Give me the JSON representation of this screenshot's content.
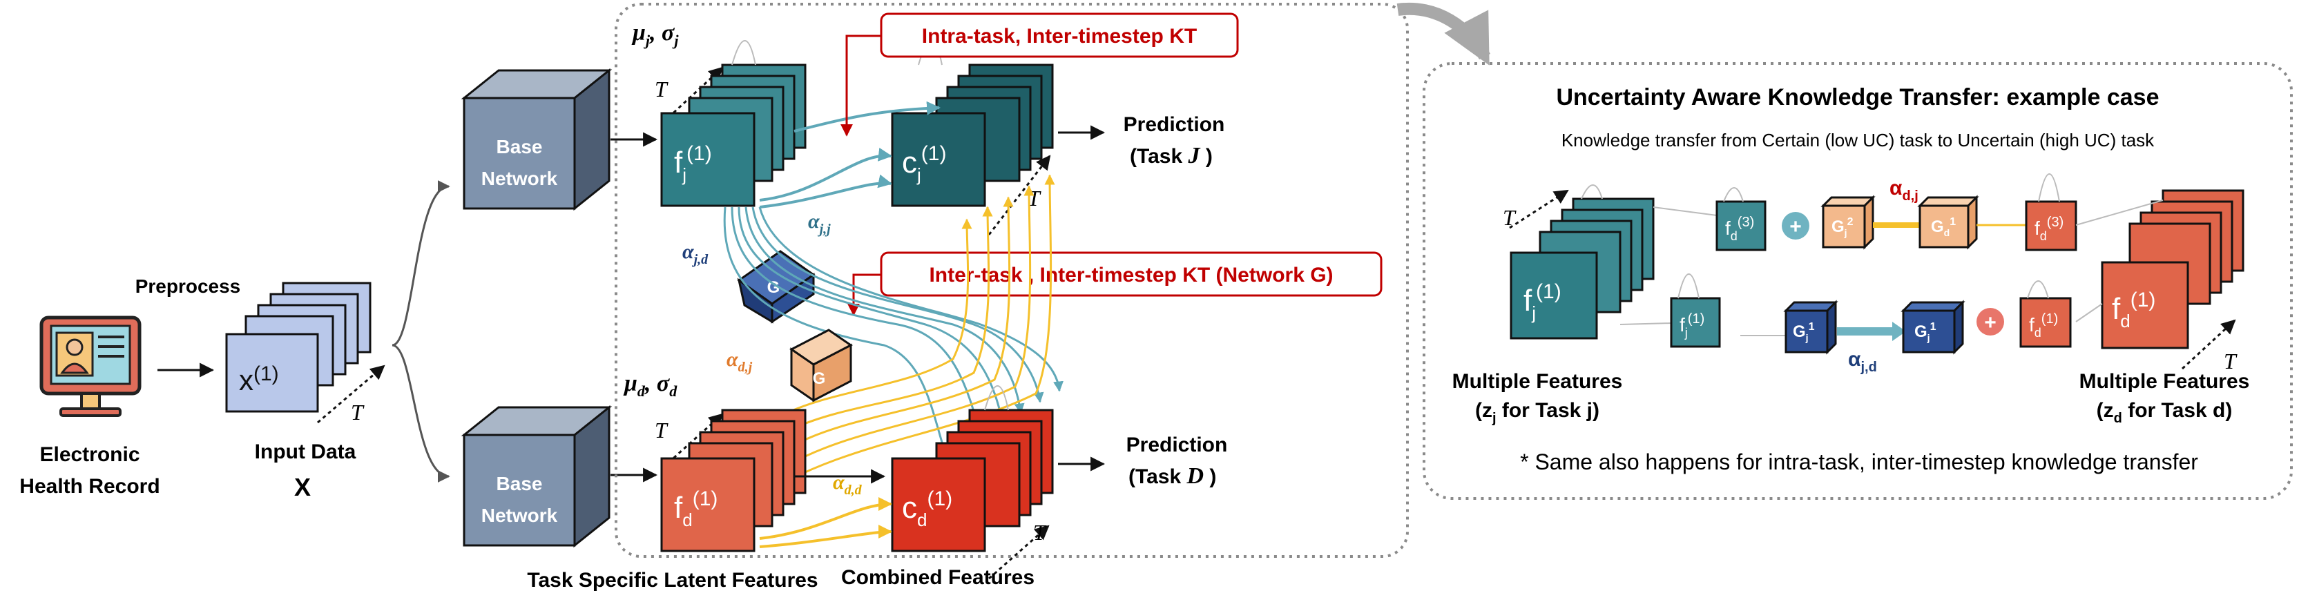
{
  "left": {
    "ehr_label_line1": "Electronic",
    "ehr_label_line2": "Health Record",
    "preprocess": "Preprocess",
    "input_data_label": "Input Data",
    "input_data_symbol": "X",
    "input_cube_main": "x",
    "input_cube_sup": "(1)",
    "input_T": "T"
  },
  "base_network": {
    "top_line1": "Base",
    "top_line2": "Network",
    "bottom_line1": "Base",
    "bottom_line2": "Network"
  },
  "task_j": {
    "mu_sigma": "μ",
    "mu_sub": "j",
    "sigma": "σ",
    "sigma_sub": "j",
    "T": "T",
    "f_main": "f",
    "f_sub": "j",
    "f_sup": "(1)",
    "c_main": "c",
    "c_sub": "j",
    "c_sup": "(1)",
    "alpha": "α",
    "alpha_sub": "j,j",
    "alpha_jd": "α",
    "alpha_jd_sub": "j,d",
    "T2": "T",
    "prediction_line1": "Prediction",
    "prediction_line2": "(Task ",
    "prediction_task": "J",
    "prediction_close": " )"
  },
  "task_d": {
    "mu": "μ",
    "mu_sub": "d",
    "sigma": "σ",
    "sigma_sub": "d",
    "T": "T",
    "f_main": "f",
    "f_sub": "d",
    "f_sup": "(1)",
    "c_main": "c",
    "c_sub": "d",
    "c_sup": "(1)",
    "alpha_dj": "α",
    "alpha_dj_sub": "d,j",
    "alpha_dd": "α",
    "alpha_dd_sub": "d,d",
    "T2": "T",
    "prediction_line1": "Prediction",
    "prediction_line2": "(Task ",
    "prediction_task": "D",
    "prediction_close": " )"
  },
  "callouts": {
    "intra_task": "Intra-task, Inter-timestep KT",
    "inter_task": "Inter-task , Inter-timestep KT (Network G)"
  },
  "network_g": {
    "blue_label": "G",
    "orange_label": "G"
  },
  "bottom_labels": {
    "task_specific": "Task Specific Latent Features",
    "combined": "Combined Features"
  },
  "right_panel": {
    "title": "Uncertainty Aware Knowledge Transfer: example case",
    "subtitle": "Knowledge transfer from Certain (low UC) task to Uncertain (high UC) task",
    "left_T": "T",
    "right_T": "T",
    "fj1_main": "f",
    "fj1_sub": "j",
    "fj1_sup": "(1)",
    "fd3_small_main": "f",
    "fd3_small_sub": "d",
    "fd3_small_sup": "(3)",
    "fj1_small_main": "f",
    "fj1_small_sub": "j",
    "fj1_small_sup": "(1)",
    "gj2_main": "G",
    "gj2_sub": "j",
    "gj2_sup": "2",
    "gd1_main": "G",
    "gd1_sub": "d",
    "gd1_sup": "1",
    "gj1a_main": "G",
    "gj1a_sub": "j",
    "gj1a_sup": "1",
    "gj1b_main": "G",
    "gj1b_sub": "j",
    "gj1b_sup": "1",
    "alpha_dj": "α",
    "alpha_dj_sub": "d,j",
    "alpha_jd": "α",
    "alpha_jd_sub": "j,d",
    "fd3_right_main": "f",
    "fd3_right_sub": "d",
    "fd3_right_sup": "(3)",
    "fd1_right_main": "f",
    "fd1_right_sub": "d",
    "fd1_right_sup": "(1)",
    "fd1_big_main": "f",
    "fd1_big_sub": "d",
    "fd1_big_sup": "(1)",
    "plus": "+",
    "multi_left_line1": "Multiple Features",
    "multi_left_line2_a": "(z",
    "multi_left_line2_sub": "j",
    "multi_left_line2_b": " for Task j)",
    "multi_right_line1": "Multiple Features",
    "multi_right_line2_a": "(z",
    "multi_right_line2_sub": "d",
    "multi_right_line2_b": " for Task d)",
    "footnote": "* Same also happens for intra-task, inter-timestep knowledge transfer"
  },
  "colors": {
    "teal_dark": "#1f5f67",
    "teal_mid": "#3d8a92",
    "teal_light": "#5fa5ad",
    "red_dark": "#c0392b",
    "red_mid": "#e0654a",
    "orange_light": "#f3b98c",
    "blue_g": "#2d4f94",
    "base_gray": "#7f93ad",
    "input_blue": "#b9c8ea",
    "callout_red": "#c00000",
    "yellow_arrow": "#f5c02b",
    "teal_arrow": "#5fa8b8"
  }
}
